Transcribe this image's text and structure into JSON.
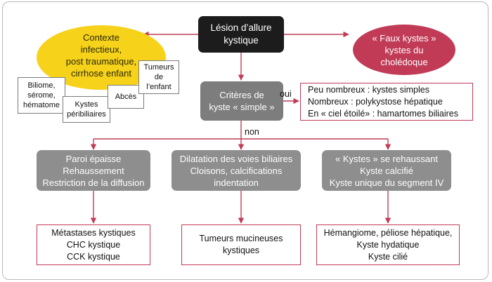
{
  "diagram": {
    "root": {
      "lines": [
        "Lésion d’allure",
        "kystique"
      ]
    },
    "context": {
      "lines": [
        "Contexte",
        "infectieux,",
        "post traumatique,",
        "cirrhose enfant"
      ]
    },
    "false_cysts": {
      "lines": [
        "« Faux kystes »",
        "kystes du",
        "cholédoque"
      ]
    },
    "context_items": {
      "biliome": {
        "lines": [
          "Biliome,",
          "sérome,",
          "hématome"
        ]
      },
      "kystes_peribiliaires": {
        "lines": [
          "Kystes",
          "péribiliaires"
        ]
      },
      "abces": {
        "lines": [
          "Abcès"
        ]
      },
      "tumeurs_enfant": {
        "lines": [
          "Tumeurs",
          "de",
          "l’enfant"
        ]
      }
    },
    "criteria": {
      "lines": [
        "Critères de",
        "kyste « simple »"
      ]
    },
    "oui_label": "oui",
    "non_label": "non",
    "simple_results": {
      "lines": [
        "Peu nombreux : kystes simples",
        "Nombreux : polykystose hépatique",
        "En « ciel étoilé» : hamartomes biliaires"
      ]
    },
    "branches": [
      {
        "criteria": [
          "Paroi épaisse",
          "Rehaussement",
          "Restriction de la diffusion"
        ],
        "result": [
          "Métastases kystiques",
          "CHC kystique",
          "CCK kystique"
        ]
      },
      {
        "criteria": [
          "Dilatation des voies biliaires",
          "Cloisons, calcifications",
          "indentation"
        ],
        "result": [
          "Tumeurs mucineuses",
          "kystiques"
        ]
      },
      {
        "criteria": [
          "« Kystes » se rehaussant",
          "Kyste calcifié",
          "Kyste unique du segment IV"
        ],
        "result": [
          "Hémangiome, péliose hépatique,",
          "Kyste hydatique",
          "Kyste cilié"
        ]
      }
    ]
  },
  "colors": {
    "root": "#1c1c1c",
    "context": "#f7d21b",
    "false_cysts": "#c13b57",
    "criteria": "#7d7d7d",
    "branch_criteria": "#8e8e8e",
    "result_border": "#c13b57",
    "arrow": "#c13b57"
  }
}
